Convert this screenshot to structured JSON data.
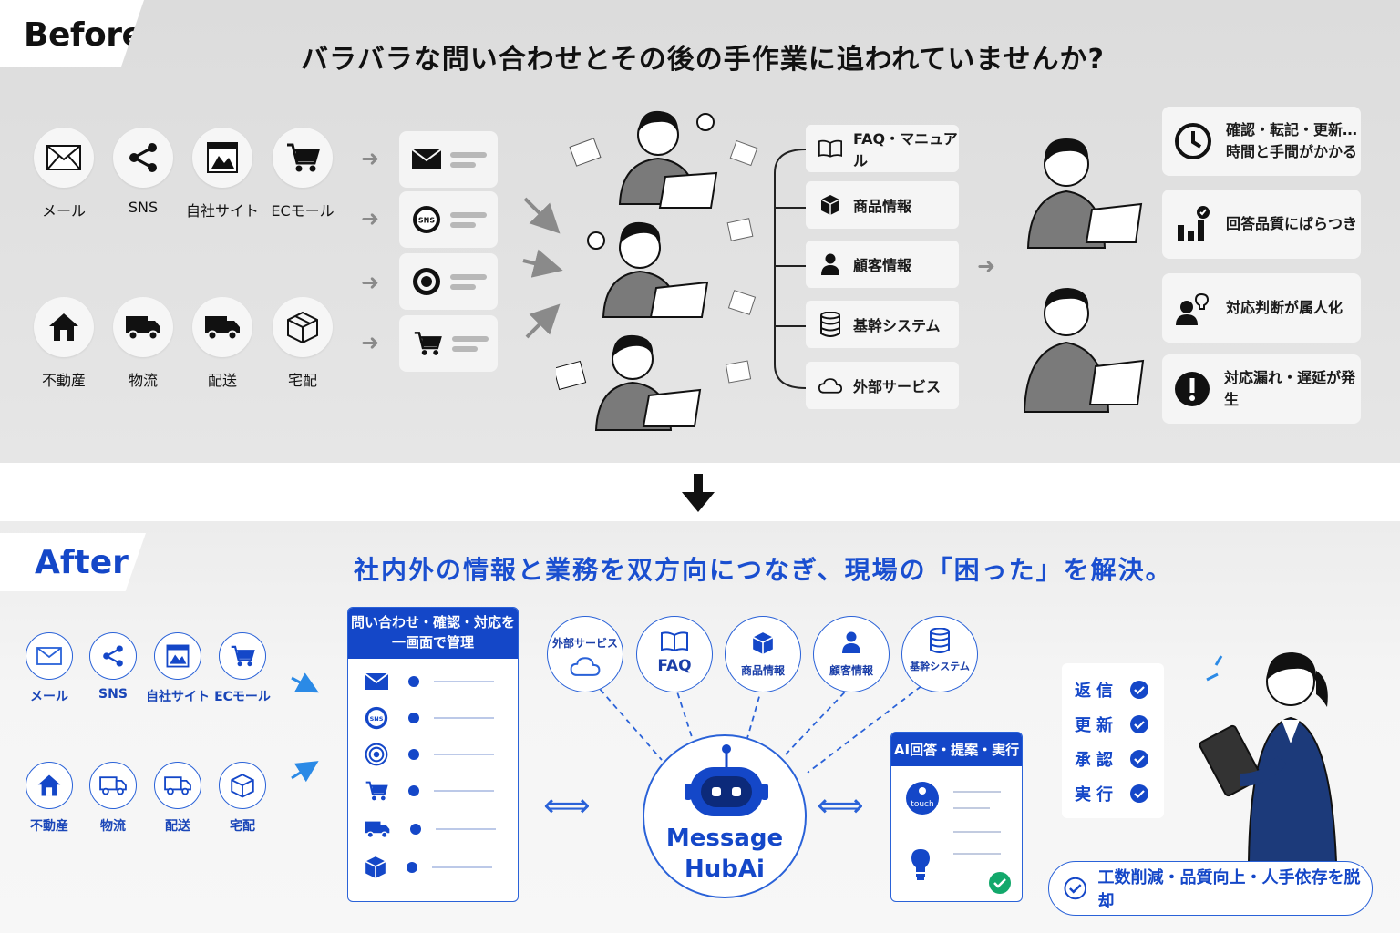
{
  "before": {
    "tag": "Before",
    "title": "バラバラな問い合わせとその後の手作業に追われていませんか?",
    "channels": [
      "メール",
      "SNS",
      "自社サイト",
      "ECモール",
      "不動産",
      "物流",
      "配送",
      "宅配"
    ],
    "sources": [
      "FAQ・マニュアル",
      "商品情報",
      "顧客情報",
      "基幹システム",
      "外部サービス"
    ],
    "problems": [
      {
        "line1": "確認・転記・更新…",
        "line2": "時間と手間がかかる"
      },
      {
        "line1": "回答品質にばらつき",
        "line2": ""
      },
      {
        "line1": "対応判断が属人化",
        "line2": ""
      },
      {
        "line1": "対応漏れ・遅延が発生",
        "line2": ""
      }
    ],
    "sns_badge": "SNS"
  },
  "after": {
    "tag": "After",
    "title": "社内外の情報と業務を双方向につなぎ、現場の「困った」を解決。",
    "channels": [
      "メール",
      "SNS",
      "自社サイト",
      "ECモール",
      "不動産",
      "物流",
      "配送",
      "宅配"
    ],
    "inbox_header_1": "問い合わせ・確認・対応を",
    "inbox_header_2": "一画面で管理",
    "services": [
      "外部サービス",
      "FAQ",
      "商品情報",
      "顧客情報",
      "基幹システム"
    ],
    "hub_line1": "Message",
    "hub_line2": "HubAi",
    "ai_header": "AI回答・提案・実行",
    "ai_touch": "touch",
    "actions": [
      "返信",
      "更新",
      "承認",
      "実行"
    ],
    "result": "工数削減・品質向上・人手依存を脱却",
    "sns_badge": "SNS"
  },
  "colors": {
    "accent": "#1447c8",
    "check": "#12a86b",
    "gray_bg": "#dcdcdc"
  }
}
